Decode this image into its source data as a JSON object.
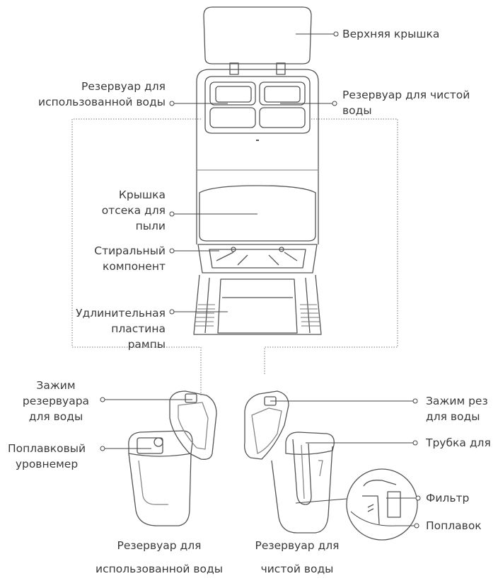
{
  "labels": {
    "top_lid": "Верхняя крышка",
    "used_water_tank_top": [
      "Резервуар для",
      "использованной воды"
    ],
    "clean_water_tank_top": [
      "Резервуар для чистой",
      "воды"
    ],
    "dust_compartment_lid": [
      "Крышка",
      "отсека для",
      "пыли"
    ],
    "washing_component": [
      "Стиральный",
      "компонент"
    ],
    "ramp_extension": [
      "Удлинительная",
      "пластина",
      "рампы"
    ],
    "tank_clamp_left": [
      "Зажим",
      "резервуара",
      "для воды"
    ],
    "float_level_gauge": [
      "Поплавковый",
      "уровнемер"
    ],
    "tank_clamp_right": [
      "Зажим рез",
      "для воды"
    ],
    "tube": "Трубка для",
    "filter": "Фильтр",
    "float": "Поплавок",
    "used_water_tank_bottom": [
      "Резервуар для",
      "использованной воды"
    ],
    "clean_water_tank_bottom": [
      "Резервуар для",
      "чистой воды"
    ]
  },
  "colors": {
    "line": "#555555",
    "leader": "#444444",
    "text": "#3a3a3a"
  }
}
